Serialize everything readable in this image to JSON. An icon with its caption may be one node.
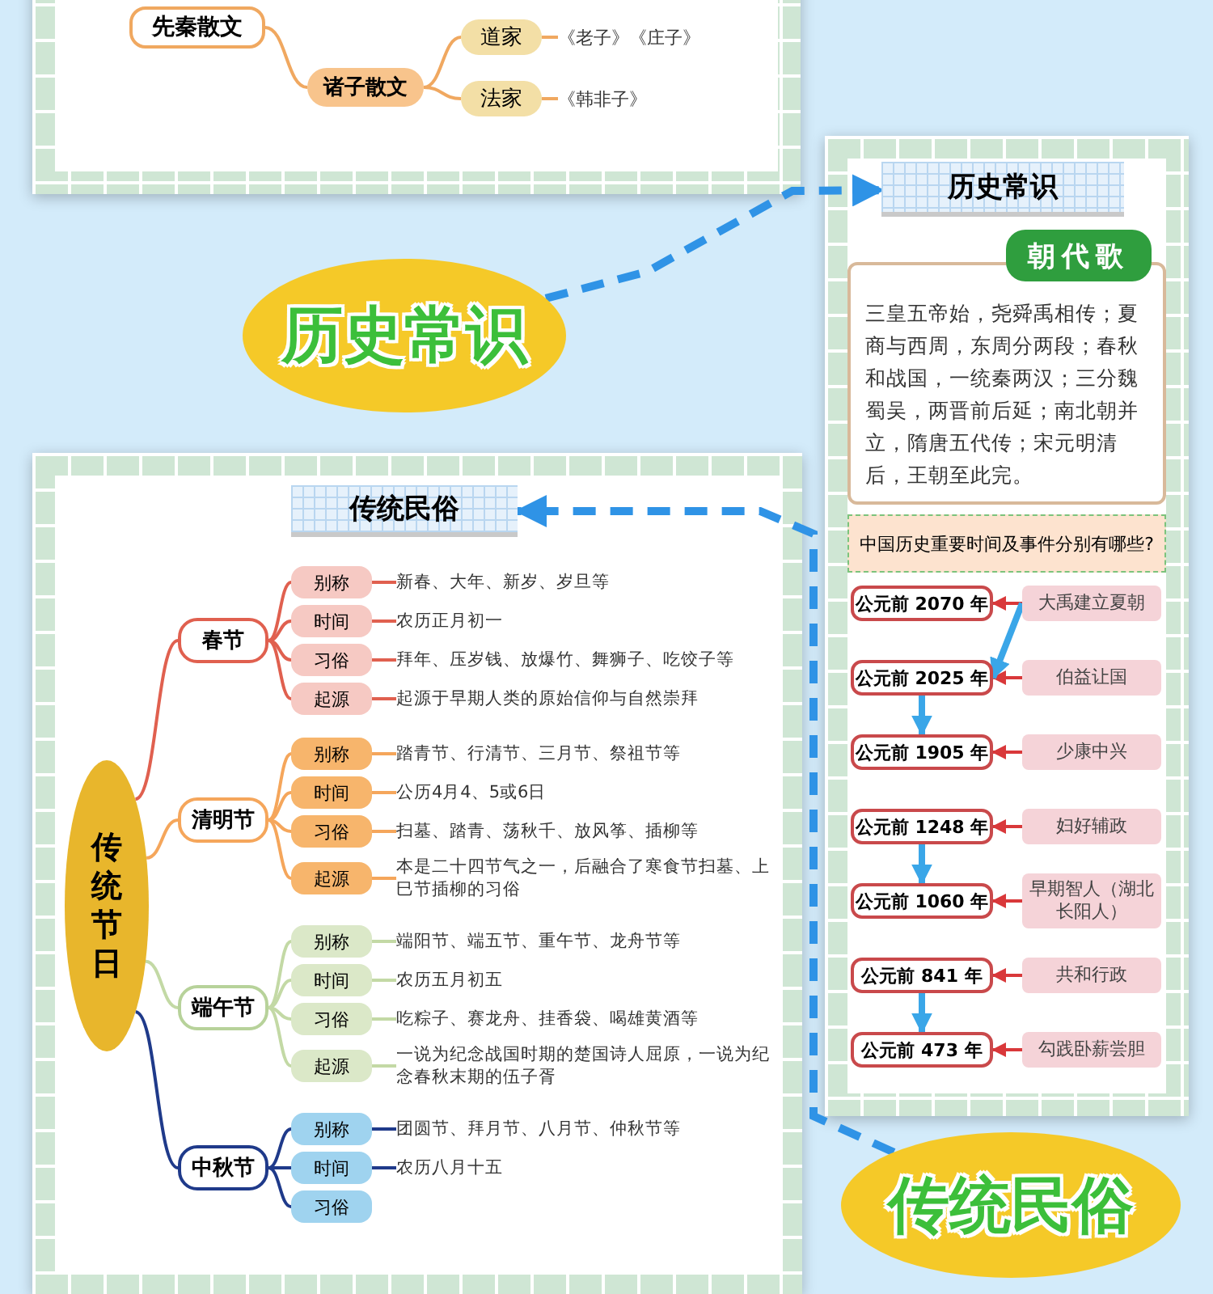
{
  "diagram": {
    "nodes": [
      {
        "text": [],
        "shape": "box"
      },
      {
        "text": [
          "先秦散文"
        ],
        "in": 0
      },
      {
        "text": [
          "诸子散文"
        ],
        "in": 0
      },
      {
        "text": [
          "道家"
        ],
        "in": 0
      },
      {
        "text": [
          "《老子》《庄子》"
        ],
        "in": 0
      },
      {
        "text": [
          "法家"
        ],
        "in": 0
      },
      {
        "text": [
          "《韩非子》"
        ],
        "in": 0
      },
      {
        "text": [],
        "shape": "box"
      },
      {
        "text": [
          "历史常识"
        ],
        "in": 7
      },
      {
        "text": [
          "朝代歌"
        ],
        "in": 7
      },
      {
        "text": [
          "三皇五帝始，尧舜禹相传；夏商与西周，东周分两段；春秋和战国，一统秦两汉；三分魏蜀吴，两晋前后延；南北朝并立，隋唐五代传；宋元明清后，王朝至此完。"
        ],
        "in": 7
      },
      {
        "text": [
          "中国历史重要时间及事件分别有哪些?"
        ],
        "in": 7
      },
      {
        "text": [
          "公元前 2070 年"
        ],
        "in": 7
      },
      {
        "text": [
          "大禹建立夏朝"
        ],
        "in": 7
      },
      {
        "text": [
          "公元前 2025 年"
        ],
        "in": 7
      },
      {
        "text": [
          "伯益让国"
        ],
        "in": 7
      },
      {
        "text": [
          "公元前 1905 年"
        ],
        "in": 7
      },
      {
        "text": [
          "少康中兴"
        ],
        "in": 7
      },
      {
        "text": [
          "公元前 1248 年"
        ],
        "in": 7
      },
      {
        "text": [
          "妇好辅政"
        ],
        "in": 7
      },
      {
        "text": [
          "公元前 1060 年"
        ],
        "in": 7
      },
      {
        "text": [
          "早期智人（湖北长阳人）"
        ],
        "in": 7
      },
      {
        "text": [
          "公元前 841 年"
        ],
        "in": 7
      },
      {
        "text": [
          "共和行政"
        ],
        "in": 7
      },
      {
        "text": [
          "公元前 473 年"
        ],
        "in": 7
      },
      {
        "text": [
          "勾践卧薪尝胆"
        ],
        "in": 7
      },
      {
        "text": [],
        "shape": "box"
      },
      {
        "text": [
          "传统民俗"
        ],
        "in": 26
      },
      {
        "text": [
          "传统节日"
        ],
        "in": 26
      },
      {
        "text": [
          "春节"
        ],
        "in": 26
      },
      {
        "text": [
          "别称"
        ],
        "in": 26
      },
      {
        "text": [
          "新春、大年、新岁、岁旦等"
        ],
        "in": 26
      },
      {
        "text": [
          "时间"
        ],
        "in": 26
      },
      {
        "text": [
          "农历正月初一"
        ],
        "in": 26
      },
      {
        "text": [
          "习俗"
        ],
        "in": 26
      },
      {
        "text": [
          "拜年、压岁钱、放爆竹、舞狮子、吃饺子等"
        ],
        "in": 26
      },
      {
        "text": [
          "起源"
        ],
        "in": 26
      },
      {
        "text": [
          "起源于早期人类的原始信仰与自然崇拜"
        ],
        "in": 26
      },
      {
        "text": [
          "清明节"
        ],
        "in": 26
      },
      {
        "text": [
          "别称"
        ],
        "in": 26
      },
      {
        "text": [
          "踏青节、行清节、三月节、祭祖节等"
        ],
        "in": 26
      },
      {
        "text": [
          "时间"
        ],
        "in": 26
      },
      {
        "text": [
          "公历4月4、5或6日"
        ],
        "in": 26
      },
      {
        "text": [
          "习俗"
        ],
        "in": 26
      },
      {
        "text": [
          "扫墓、踏青、荡秋千、放风筝、插柳等"
        ],
        "in": 26
      },
      {
        "text": [
          "起源"
        ],
        "in": 26
      },
      {
        "text": [
          "本是二十四节气之一，后融合了寒食节扫墓、上巳节插柳的习俗"
        ],
        "in": 26
      },
      {
        "text": [
          "端午节"
        ],
        "in": 26
      },
      {
        "text": [
          "别称"
        ],
        "in": 26
      },
      {
        "text": [
          "端阳节、端五节、重午节、龙舟节等"
        ],
        "in": 26
      },
      {
        "text": [
          "时间"
        ],
        "in": 26
      },
      {
        "text": [
          "农历五月初五"
        ],
        "in": 26
      },
      {
        "text": [
          "习俗"
        ],
        "in": 26
      },
      {
        "text": [
          "吃粽子、赛龙舟、挂香袋、喝雄黄酒等"
        ],
        "in": 26
      },
      {
        "text": [
          "起源"
        ],
        "in": 26
      },
      {
        "text": [
          "一说为纪念战国时期的楚国诗人屈原，一说为纪念春秋末期的伍子胥"
        ],
        "in": 26
      },
      {
        "text": [
          "中秋节"
        ],
        "in": 26
      },
      {
        "text": [
          "别称"
        ],
        "in": 26
      },
      {
        "text": [
          "团圆节、拜月节、八月节、仲秋节等"
        ],
        "in": 26
      },
      {
        "text": [
          "时间"
        ],
        "in": 26
      },
      {
        "text": [
          "农历八月十五"
        ],
        "in": 26
      },
      {
        "text": [
          "习俗"
        ],
        "in": 26
      },
      {
        "text": [
          "历史常识"
        ]
      },
      {
        "text": [
          "传统民俗"
        ]
      }
    ],
    "edges": [
      {
        "from": 1,
        "to": 2,
        "arrow": "none",
        "color": "#f0a860"
      },
      {
        "from": 2,
        "to": 3,
        "arrow": "none",
        "color": "#f0a860"
      },
      {
        "from": 2,
        "to": 5,
        "arrow": "none",
        "color": "#f0a860"
      },
      {
        "from": 3,
        "to": 4,
        "arrow": "none",
        "color": "#f0a860"
      },
      {
        "from": 5,
        "to": 6,
        "arrow": "none",
        "color": "#f0a860"
      },
      {
        "from": 13,
        "to": 12,
        "arrow": "to",
        "color": "#d9383a"
      },
      {
        "from": 15,
        "to": 14,
        "arrow": "to",
        "color": "#d9383a"
      },
      {
        "from": 17,
        "to": 16,
        "arrow": "to",
        "color": "#d9383a"
      },
      {
        "from": 19,
        "to": 18,
        "arrow": "to",
        "color": "#d9383a"
      },
      {
        "from": 21,
        "to": 20,
        "arrow": "to",
        "color": "#d9383a"
      },
      {
        "from": 23,
        "to": 22,
        "arrow": "to",
        "color": "#d9383a"
      },
      {
        "from": 25,
        "to": 24,
        "arrow": "to",
        "color": "#d9383a"
      },
      {
        "from": 13,
        "to": 14,
        "arrow": "to",
        "style": "thick",
        "color": "#3aa6e8"
      },
      {
        "from": 14,
        "to": 16,
        "arrow": "to",
        "style": "thick",
        "color": "#3aa6e8"
      },
      {
        "from": 18,
        "to": 20,
        "arrow": "to",
        "style": "thick",
        "color": "#3aa6e8"
      },
      {
        "from": 22,
        "to": 24,
        "arrow": "to",
        "style": "thick",
        "color": "#3aa6e8"
      },
      {
        "from": 62,
        "to": 8,
        "arrow": "to",
        "style": "dashed",
        "color": "#2f93e6"
      },
      {
        "from": 63,
        "to": 27,
        "arrow": "to",
        "style": "dashed",
        "color": "#2f93e6"
      },
      {
        "from": 28,
        "to": 29,
        "arrow": "none",
        "color": "#e0604f"
      },
      {
        "from": 29,
        "to": 30,
        "arrow": "none",
        "color": "#e0604f"
      },
      {
        "from": 30,
        "to": 31,
        "arrow": "none",
        "color": "#e0604f"
      },
      {
        "from": 29,
        "to": 32,
        "arrow": "none",
        "color": "#e0604f"
      },
      {
        "from": 32,
        "to": 33,
        "arrow": "none",
        "color": "#e0604f"
      },
      {
        "from": 29,
        "to": 34,
        "arrow": "none",
        "color": "#e0604f"
      },
      {
        "from": 34,
        "to": 35,
        "arrow": "none",
        "color": "#e0604f"
      },
      {
        "from": 29,
        "to": 36,
        "arrow": "none",
        "color": "#e0604f"
      },
      {
        "from": 36,
        "to": 37,
        "arrow": "none",
        "color": "#e0604f"
      },
      {
        "from": 28,
        "to": 38,
        "arrow": "none",
        "color": "#f5a65b"
      },
      {
        "from": 38,
        "to": 39,
        "arrow": "none",
        "color": "#f5a65b"
      },
      {
        "from": 39,
        "to": 40,
        "arrow": "none",
        "color": "#f5a65b"
      },
      {
        "from": 38,
        "to": 41,
        "arrow": "none",
        "color": "#f5a65b"
      },
      {
        "from": 41,
        "to": 42,
        "arrow": "none",
        "color": "#f5a65b"
      },
      {
        "from": 38,
        "to": 43,
        "arrow": "none",
        "color": "#f5a65b"
      },
      {
        "from": 43,
        "to": 44,
        "arrow": "none",
        "color": "#f5a65b"
      },
      {
        "from": 38,
        "to": 45,
        "arrow": "none",
        "color": "#f5a65b"
      },
      {
        "from": 45,
        "to": 46,
        "arrow": "none",
        "color": "#f5a65b"
      },
      {
        "from": 28,
        "to": 47,
        "arrow": "none",
        "color": "#c3d9a5"
      },
      {
        "from": 47,
        "to": 48,
        "arrow": "none",
        "color": "#c3d9a5"
      },
      {
        "from": 48,
        "to": 49,
        "arrow": "none",
        "color": "#c3d9a5"
      },
      {
        "from": 47,
        "to": 50,
        "arrow": "none",
        "color": "#c3d9a5"
      },
      {
        "from": 50,
        "to": 51,
        "arrow": "none",
        "color": "#c3d9a5"
      },
      {
        "from": 47,
        "to": 52,
        "arrow": "none",
        "color": "#c3d9a5"
      },
      {
        "from": 52,
        "to": 53,
        "arrow": "none",
        "color": "#c3d9a5"
      },
      {
        "from": 47,
        "to": 54,
        "arrow": "none",
        "color": "#c3d9a5"
      },
      {
        "from": 54,
        "to": 55,
        "arrow": "none",
        "color": "#c3d9a5"
      },
      {
        "from": 28,
        "to": 56,
        "arrow": "none",
        "color": "#1f3a8a"
      },
      {
        "from": 56,
        "to": 57,
        "arrow": "none",
        "color": "#1f3a8a"
      },
      {
        "from": 57,
        "to": 58,
        "arrow": "none",
        "color": "#1f3a8a"
      },
      {
        "from": 56,
        "to": 59,
        "arrow": "none",
        "color": "#1f3a8a"
      },
      {
        "from": 59,
        "to": 60,
        "arrow": "none",
        "color": "#1f3a8a"
      },
      {
        "from": 56,
        "to": 61,
        "arrow": "none",
        "color": "#1f3a8a"
      }
    ]
  }
}
